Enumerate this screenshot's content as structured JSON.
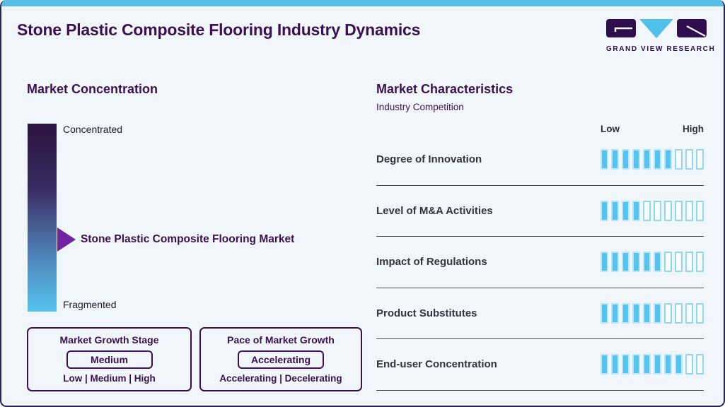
{
  "header": {
    "title": "Stone Plastic Composite Flooring Industry Dynamics",
    "logo_text": "GRAND VIEW RESEARCH"
  },
  "market_concentration": {
    "heading": "Market Concentration",
    "scale_top": "Concentrated",
    "scale_bottom": "Fragmented",
    "pointer_label": "Stone Plastic Composite Flooring Market",
    "growth_stage": {
      "title": "Market Growth Stage",
      "value": "Medium",
      "options": "Low | Medium | High"
    },
    "growth_pace": {
      "title": "Pace of Market Growth",
      "value": "Accelerating",
      "options": "Accelerating | Decelerating"
    }
  },
  "market_characteristics": {
    "heading": "Market Characteristics",
    "subheading": "Industry Competition",
    "scale_low": "Low",
    "scale_high": "High",
    "total_segments": 10,
    "rows": [
      {
        "label": "Degree of Innovation",
        "filled": 7
      },
      {
        "label": "Level of M&A Activities",
        "filled": 4
      },
      {
        "label": "Impact of Regulations",
        "filled": 6
      },
      {
        "label": "Product Substitutes",
        "filled": 6
      },
      {
        "label": "End-user Concentration",
        "filled": 8
      }
    ]
  },
  "chart_data": {
    "type": "bar",
    "title": "Market Characteristics — Industry Competition",
    "categories": [
      "Degree of Innovation",
      "Level of M&A Activities",
      "Impact of Regulations",
      "Product Substitutes",
      "End-user Concentration"
    ],
    "values": [
      7,
      4,
      6,
      6,
      8
    ],
    "scale": {
      "min": 0,
      "max": 10,
      "low_label": "Low",
      "high_label": "High"
    },
    "legend_position": "none",
    "grid": false
  },
  "colors": {
    "accent_blue": "#56BFE9",
    "deep_purple": "#3B1053",
    "logo_purple": "#2E0E4E",
    "arrow_purple": "#7223A2",
    "bar_fill": "#55C3F0",
    "bar_fill_border": "#BCE7FA",
    "bar_empty_border": "#90D7F5",
    "gradient_top": "#2B1440",
    "gradient_bottom": "#55C3F0",
    "row_label": "#35353F",
    "divider": "#47474D",
    "card_border": "#23255C",
    "background": "#F0F6FA"
  }
}
